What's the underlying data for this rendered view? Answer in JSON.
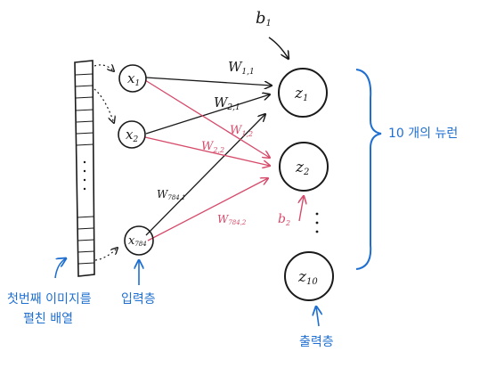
{
  "input_nodes": [
    {
      "id": "x1",
      "label": "x",
      "sub": "1"
    },
    {
      "id": "x2",
      "label": "x",
      "sub": "2"
    },
    {
      "id": "x784",
      "label": "x",
      "sub": "784"
    }
  ],
  "output_nodes": [
    {
      "id": "z1",
      "label": "z",
      "sub": "1"
    },
    {
      "id": "z2",
      "label": "z",
      "sub": "2"
    },
    {
      "id": "z10",
      "label": "z",
      "sub": "10"
    }
  ],
  "weights": [
    {
      "text": "W",
      "sub": "1,1",
      "color": "#1a1a1a"
    },
    {
      "text": "W",
      "sub": "2,1",
      "color": "#1a1a1a"
    },
    {
      "text": "W",
      "sub": "1,2",
      "color": "#d64a6a"
    },
    {
      "text": "W",
      "sub": "2,2",
      "color": "#d64a6a"
    },
    {
      "text": "W",
      "sub": "784,1",
      "color": "#1a1a1a"
    },
    {
      "text": "W",
      "sub": "784,2",
      "color": "#d64a6a"
    }
  ],
  "biases": [
    {
      "text": "b",
      "sub": "1"
    },
    {
      "text": "b",
      "sub": "2"
    }
  ],
  "labels": {
    "neurons": "10 개의 뉴런",
    "input_layer": "입력층",
    "output_layer": "출력층",
    "array_line1": "첫번째 이미지를",
    "array_line2": "펼친 배열"
  },
  "colors": {
    "ink": "#1a1a1a",
    "annotation_blue": "#1f6fd1",
    "weight_red": "#d64a6a"
  }
}
